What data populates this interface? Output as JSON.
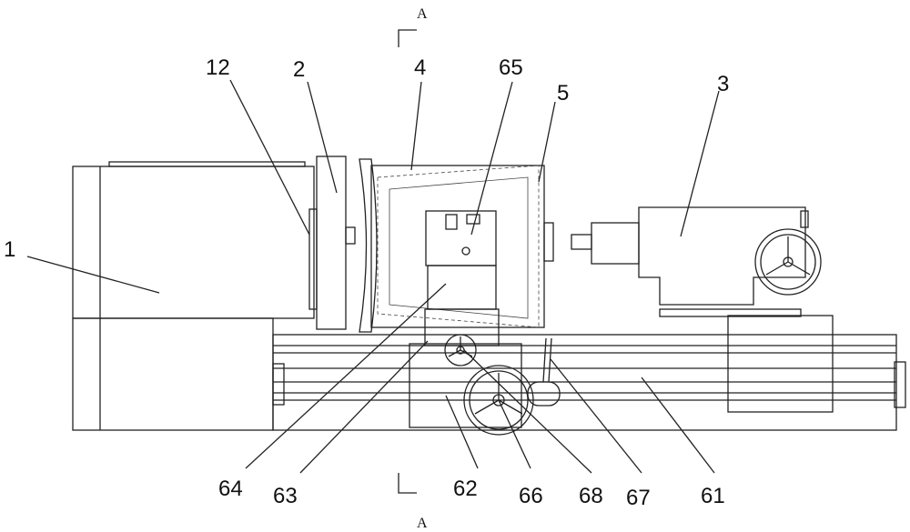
{
  "section_marks": {
    "top": "A",
    "bottom": "A"
  },
  "labels": {
    "l1": "1",
    "l12": "12",
    "l2": "2",
    "l4": "4",
    "l65": "65",
    "l5": "5",
    "l3": "3",
    "l64": "64",
    "l63": "63",
    "l62": "62",
    "l66": "66",
    "l68": "68",
    "l67": "67",
    "l61": "61"
  }
}
